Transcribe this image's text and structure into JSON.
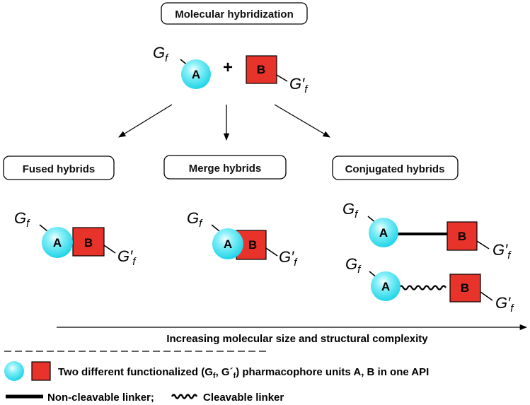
{
  "title": "Molecular hybridization",
  "unit_a": "A",
  "unit_b": "B",
  "group_a": {
    "base": "G",
    "sub": "f"
  },
  "group_b": {
    "base": "G′",
    "sub": "f"
  },
  "plus": "+",
  "categories": {
    "fused": "Fused hybrids",
    "merge": "Merge hybrids",
    "conjugated": "Conjugated hybrids"
  },
  "axis_label": "Increasing molecular size  and structural complexity",
  "legend": {
    "units_text_pre": "Two different functionalized (G",
    "units_text_sub1": "f",
    "units_text_mid": ", G´",
    "units_text_sub2": "f",
    "units_text_post": ") pharmacophore units A, B in one API",
    "noncleavable": "Non-cleavable linker;",
    "cleavable": "Cleavable linker"
  },
  "colors": {
    "circle_fill": "#3fe0f0",
    "circle_highlight": "#e8fdff",
    "square_fill": "#e8332b",
    "stroke": "#000000"
  }
}
